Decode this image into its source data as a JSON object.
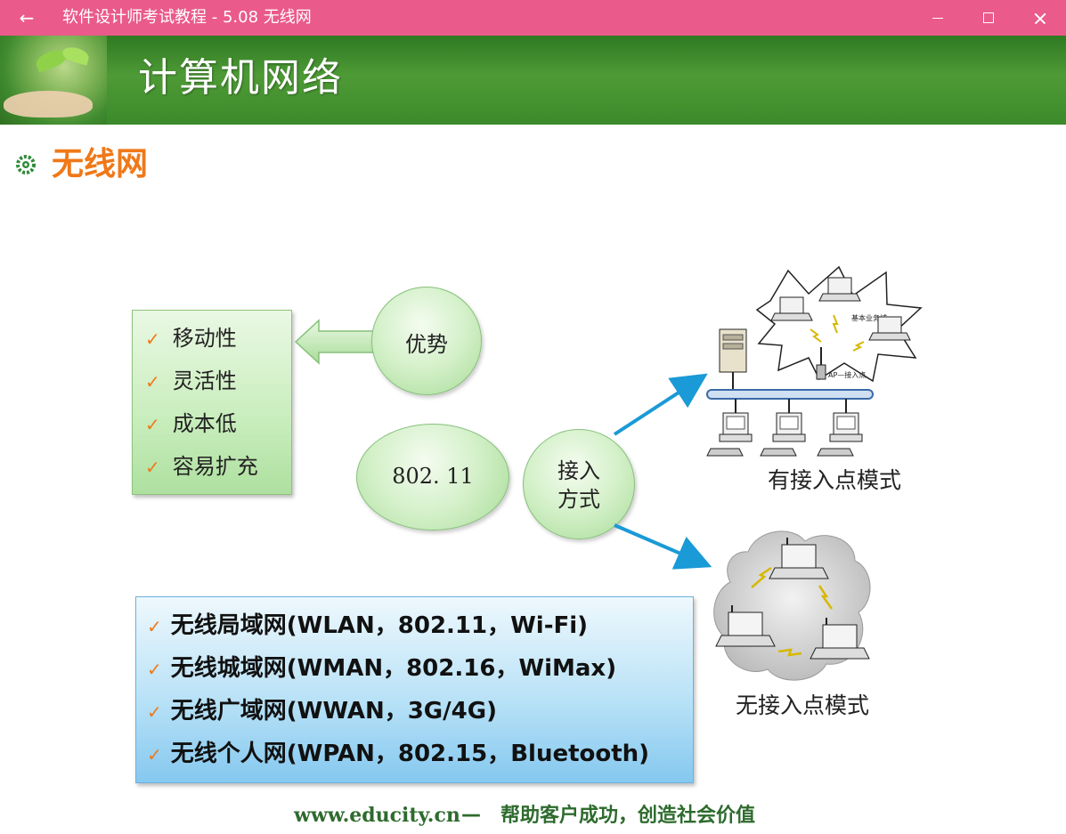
{
  "window": {
    "title": "软件设计师考试教程 - 5.08  无线网",
    "back_icon": "←",
    "accent_color": "#ea5a8b"
  },
  "slide": {
    "banner_heading": "计算机网络",
    "section_title": "无线网",
    "advantages_label": "优势",
    "advantages": [
      "移动性",
      "灵活性",
      "成本低",
      "容易扩充"
    ],
    "standard_label": "802. 11",
    "access_label_line1": "接入",
    "access_label_line2": "方式",
    "ap_mode_caption": "有接入点模式",
    "adhoc_mode_caption": "无接入点模式",
    "ap_diagram_labels": {
      "bss": "基本业务域",
      "ap": "AP—接入点"
    },
    "wireless_types": [
      "无线局域网(WLAN，802.11，Wi-Fi)",
      "无线城域网(WMAN，802.16，WiMax)",
      "无线广域网(WWAN，3G/4G)",
      "无线个人网(WPAN，802.15，Bluetooth)"
    ],
    "footer_url": "www.educity.cn",
    "footer_separator": "—",
    "footer_slogan": "帮助客户成功，创造社会价值"
  }
}
